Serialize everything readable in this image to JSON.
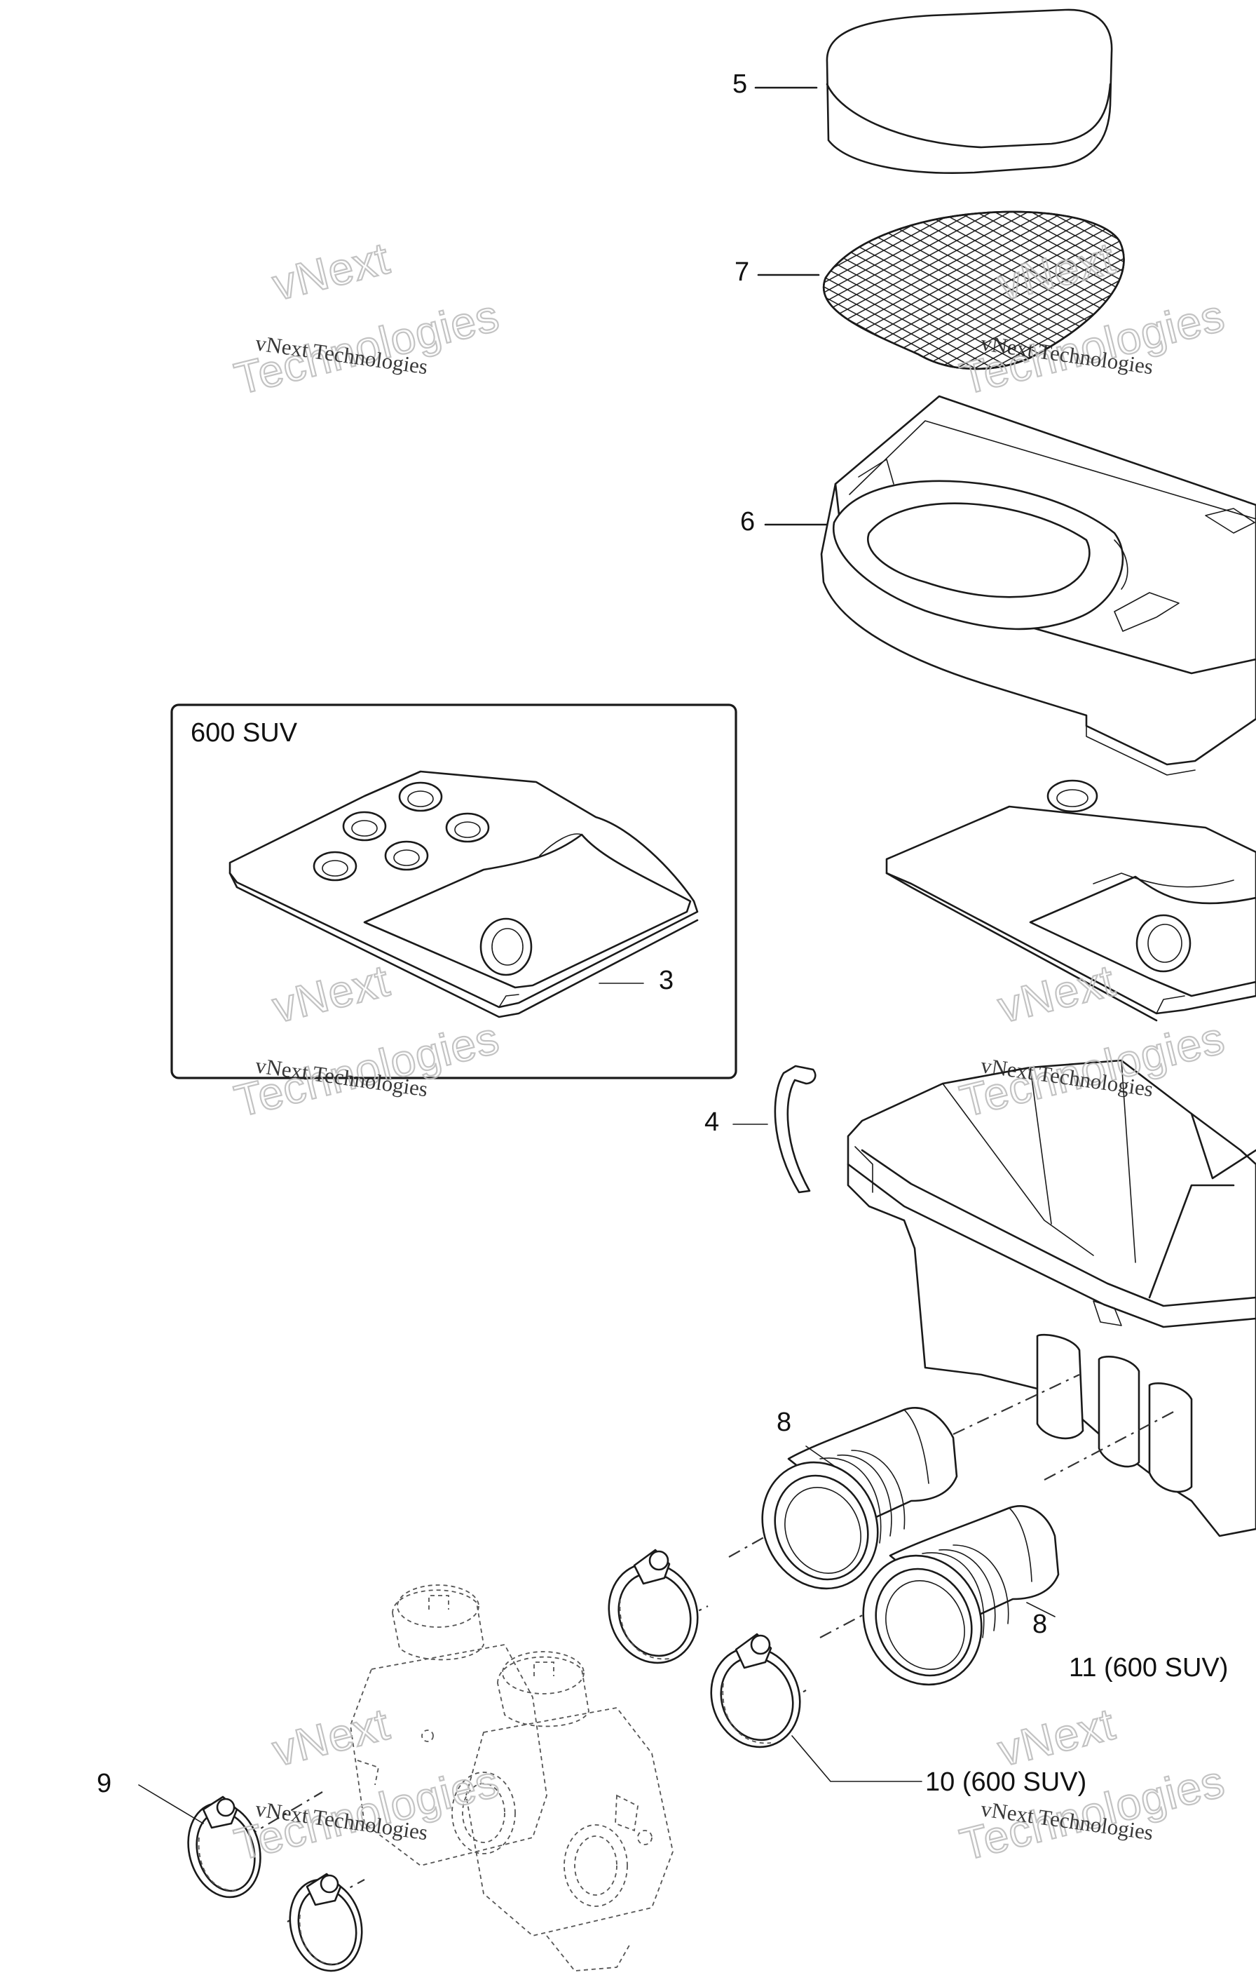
{
  "callouts": {
    "c5": "5",
    "c7": "7",
    "c6": "6",
    "c3": "3",
    "c4": "4",
    "c8a": "8",
    "c8b": "8",
    "c11": "11 (600 SUV)",
    "c10": "10 (600 SUV)",
    "c9": "9"
  },
  "inset": {
    "title": "600 SUV"
  },
  "watermark": {
    "brand_top": "vNext",
    "company": "vNext Technologies",
    "big": "Technologies"
  }
}
